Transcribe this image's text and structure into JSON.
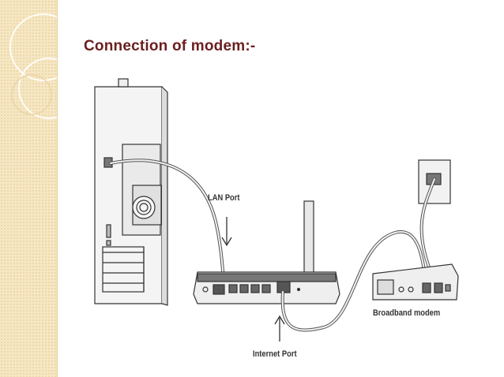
{
  "slide": {
    "title": "Connection of modem:-"
  },
  "diagram": {
    "labels": {
      "lan_port": "LAN Port",
      "internet_port": "Internet Port",
      "broadband_modem": "Broadband modem"
    }
  }
}
